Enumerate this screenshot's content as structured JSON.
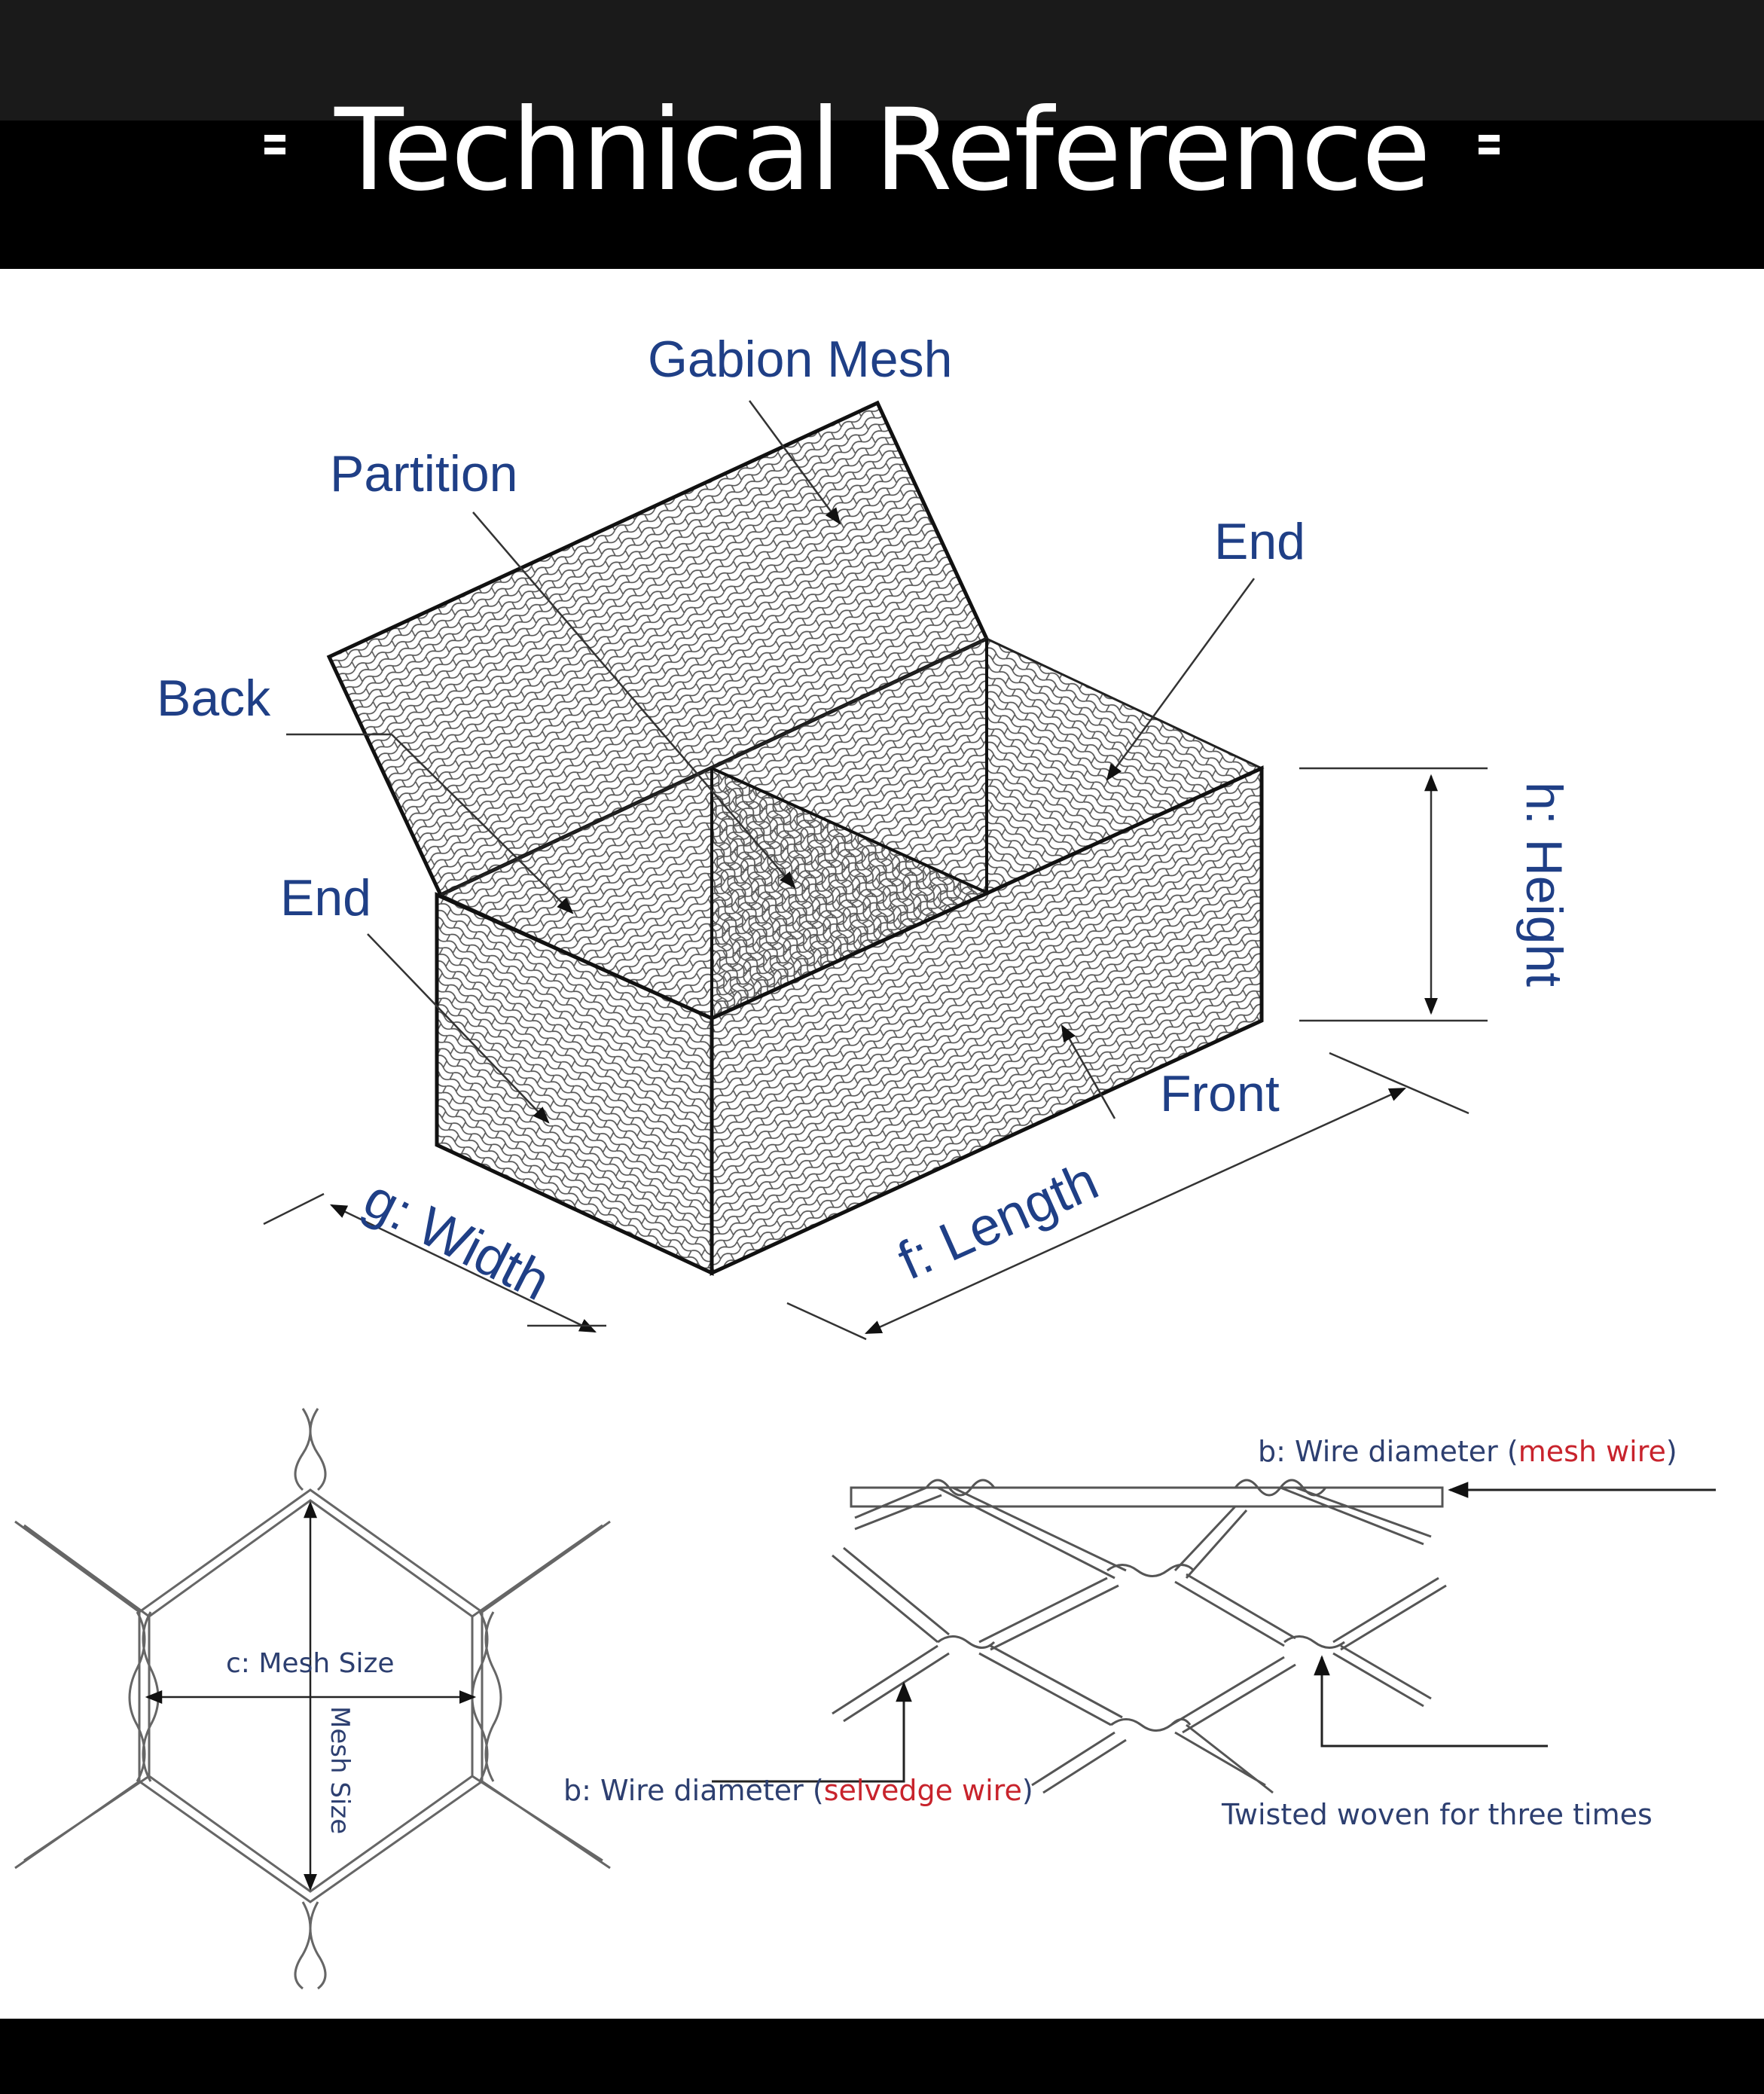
{
  "header": {
    "title": "Technical Reference"
  },
  "gabion_labels": {
    "gabion_mesh": "Gabion Mesh",
    "partition": "Partition",
    "end_right": "End",
    "back": "Back",
    "end_left": "End",
    "front": "Front",
    "height": "h: Height",
    "width": "g: Width",
    "length": "f: Length"
  },
  "mesh_detail": {
    "mesh_size_horizontal": "c: Mesh Size",
    "mesh_size_vertical": "Mesh Size"
  },
  "wire_detail": {
    "mesh_wire_prefix": "b: Wire diameter (",
    "mesh_wire_highlight": "mesh wire",
    "mesh_wire_suffix": ")",
    "selvedge_prefix": "b: Wire diameter (",
    "selvedge_highlight": "selvedge wire",
    "selvedge_suffix": ")",
    "twisted": "Twisted woven for three times"
  },
  "colors": {
    "label_blue": "#1f3f86",
    "highlight_red": "#c8232c",
    "background_black": "#000000"
  }
}
